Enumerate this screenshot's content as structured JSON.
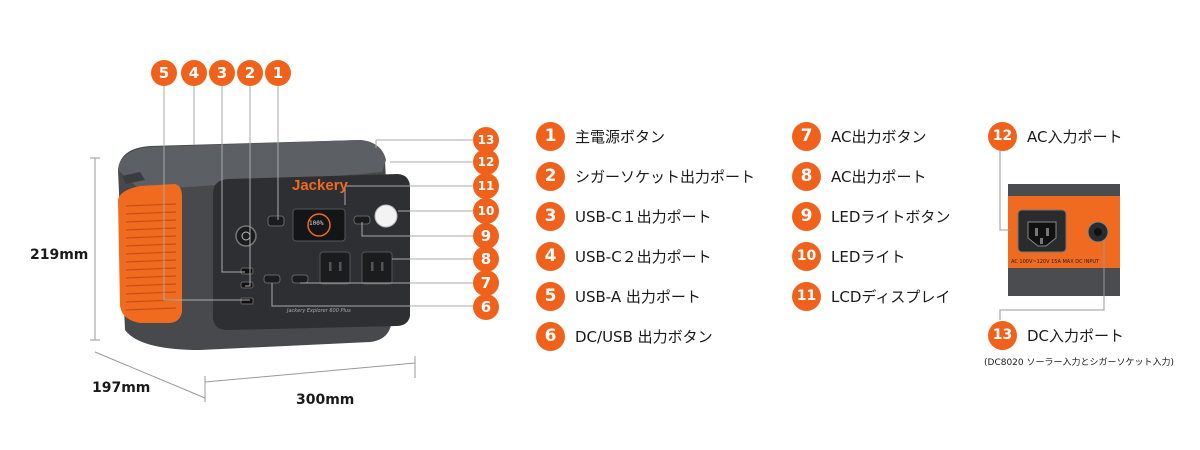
{
  "product": {
    "brand_logo": "Jackery",
    "model_plate": "Jackery Explorer 600 Plus",
    "panel_display": "100%"
  },
  "dimensions": {
    "height": "219mm",
    "depth": "197mm",
    "width": "300mm"
  },
  "callouts": [
    "5",
    "4",
    "3",
    "2",
    "1",
    "13",
    "12",
    "11",
    "10",
    "9",
    "8",
    "7",
    "6"
  ],
  "legend": {
    "col1": [
      {
        "num": "1",
        "label": "主電源ボタン"
      },
      {
        "num": "2",
        "label": "シガーソケット出力ポート"
      },
      {
        "num": "3",
        "label": "USB-C１出力ポート"
      },
      {
        "num": "4",
        "label": "USB-C２出力ポート"
      },
      {
        "num": "5",
        "label": "USB-A 出力ポート"
      },
      {
        "num": "6",
        "label": "DC/USB 出力ボタン"
      }
    ],
    "col2": [
      {
        "num": "7",
        "label": "AC出力ボタン"
      },
      {
        "num": "8",
        "label": "AC出力ポート"
      },
      {
        "num": "9",
        "label": "LEDライトボタン"
      },
      {
        "num": "10",
        "label": "LEDライト"
      },
      {
        "num": "11",
        "label": "LCDディスプレイ"
      }
    ],
    "col3": [
      {
        "num": "12",
        "label": "AC入力ポート"
      },
      {
        "num": "13",
        "label": "DC入力ポート"
      }
    ],
    "dc_note": "(DC8020 ソーラー入力とシガーソケット入力)"
  },
  "inset": {
    "port_label": "AC 100V~120V 15A MAX  DC INPUT"
  },
  "colors": {
    "accent": "#f0621c",
    "body": "#4a4d52",
    "top": "#5b5e63",
    "panel": "#2c2e31"
  }
}
